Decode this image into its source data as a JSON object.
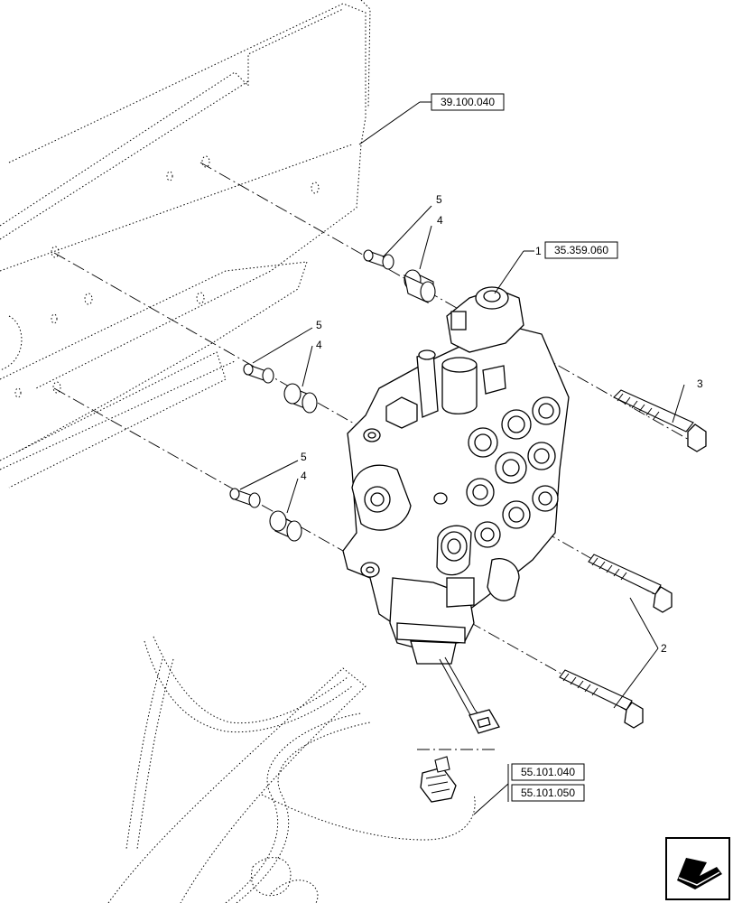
{
  "references": {
    "frame": "39.100.040",
    "valve": "35.359.060",
    "harness_a": "55.101.040",
    "harness_b": "55.101.050"
  },
  "callouts": {
    "c1": "1",
    "c2": "2",
    "c3": "3",
    "c4a": "4",
    "c4b": "4",
    "c4c": "4",
    "c5a": "5",
    "c5b": "5",
    "c5c": "5"
  },
  "icon": "previous-arrow-icon"
}
